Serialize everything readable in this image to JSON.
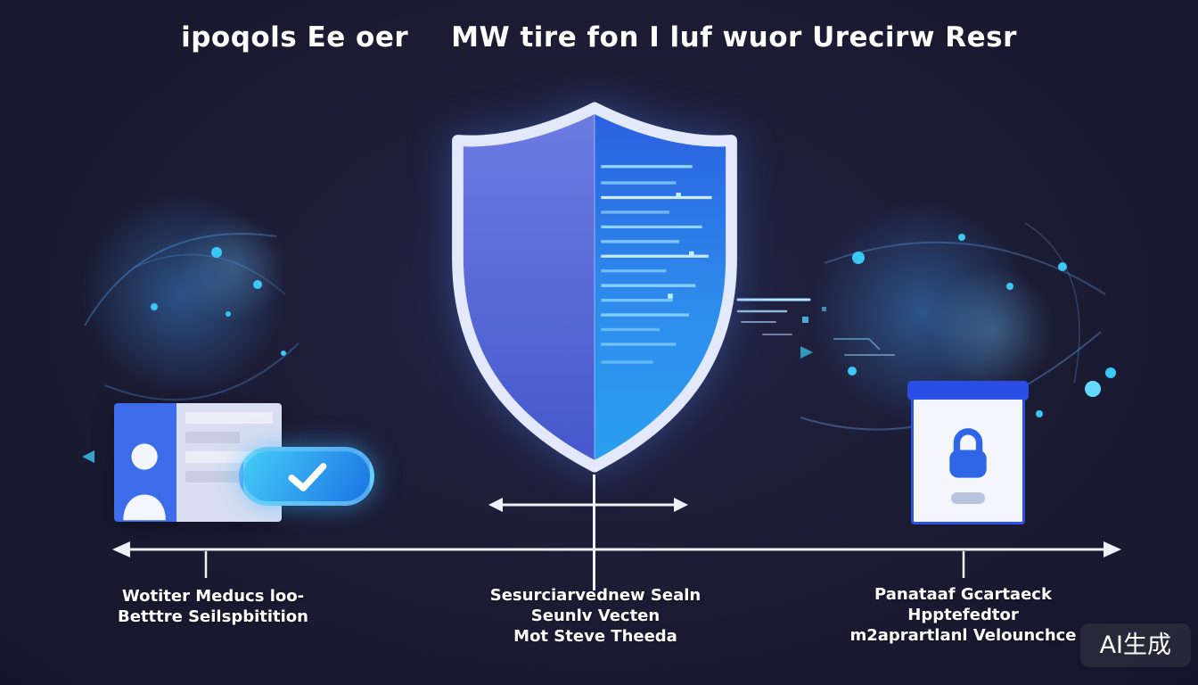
{
  "title": {
    "left": "ipoqols Ee oer",
    "right": "MW tire fon I luf wuor Urecirw Resr"
  },
  "labels": {
    "left": {
      "line1": "Wotiter Meducs loo-",
      "line2": "Betttre Seilspbitition"
    },
    "center": {
      "line1": "Sesurciarvednew Sealn",
      "line2": "Seunlv Vecten",
      "line3": "Mot Steve Theeda"
    },
    "right": {
      "line1": "Panataaf Gcartaeck",
      "line2": "Hpptefedtor",
      "line3": "m2aprartlanl Velounchce"
    }
  },
  "watermark": {
    "text": "AI生成"
  },
  "icons": {
    "shield": "shield-icon",
    "person": "person-icon",
    "checkmark": "checkmark-icon",
    "lock": "lock-icon",
    "double_arrow": "double-arrow-icon",
    "axis_arrows": "axis-arrow-icons"
  },
  "colors": {
    "background": "#1b1b33",
    "shield_left": "#5a6ad6",
    "shield_right": "#2a8ae8",
    "accent_cyan": "#3ec8ff",
    "card_blue": "#3d6ceb",
    "lock_blue": "#2c53e8",
    "check_gradient_start": "#45ccf7",
    "check_gradient_end": "#1b74e4",
    "line_white": "#eef1f8"
  }
}
